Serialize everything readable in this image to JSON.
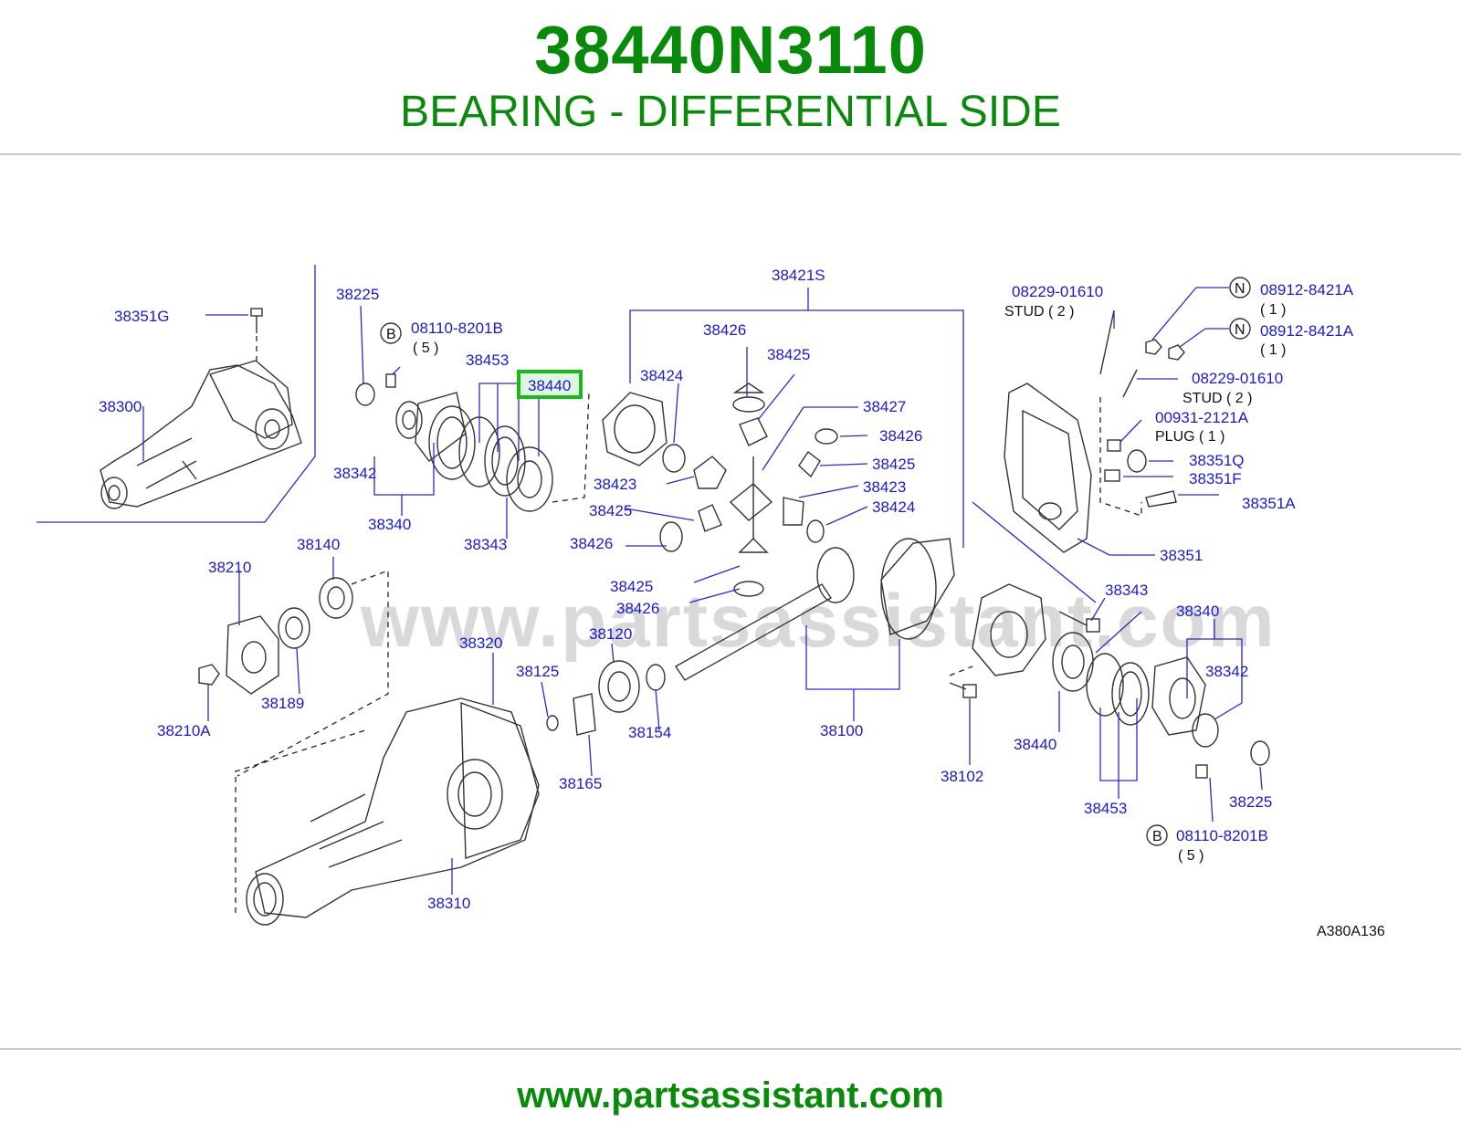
{
  "header": {
    "part_number": "38440N3110",
    "description": "BEARING - DIFFERENTIAL SIDE"
  },
  "watermark": "www.partsassistant.com",
  "diagram_code": "A380A136",
  "footer": {
    "url": "www.partsassistant.com"
  },
  "highlight_part": "38440",
  "labels": {
    "p38351G": "38351G",
    "p38300": "38300",
    "p38225a": "38225",
    "p08110a": "08110-8201B",
    "qty5a": "( 5 )",
    "p38453a": "38453",
    "p38440a": "38440",
    "p38342a": "38342",
    "p38340a": "38340",
    "p38343a": "38343",
    "p38421S": "38421S",
    "p38426a": "38426",
    "p38425a": "38425",
    "p38424a": "38424",
    "p38427": "38427",
    "p38426b": "38426",
    "p38425b": "38425",
    "p38423a": "38423",
    "p38423b": "38423",
    "p38424b": "38424",
    "p38425c": "38425",
    "p38426c": "38426",
    "p38425d": "38425",
    "p38426d": "38426",
    "p08229a": "08229-01610",
    "stud2a": "STUD ( 2 )",
    "p08912a": "08912-8421A",
    "qty1a": "( 1 )",
    "p08912b": "08912-8421A",
    "qty1b": "( 1 )",
    "p08229b": "08229-01610",
    "stud2b": "STUD ( 2 )",
    "p00931": "00931-2121A",
    "plug1": "PLUG ( 1 )",
    "p38351Q": "38351Q",
    "p38351F": "38351F",
    "p38351A": "38351A",
    "p38351": "38351",
    "p38140": "38140",
    "p38210": "38210",
    "p38189": "38189",
    "p38210A": "38210A",
    "p38320": "38320",
    "p38120": "38120",
    "p38125": "38125",
    "p38154": "38154",
    "p38165": "38165",
    "p38310": "38310",
    "p38100": "38100",
    "p38102": "38102",
    "p38343b": "38343",
    "p38340b": "38340",
    "p38342b": "38342",
    "p38440b": "38440",
    "p38453b": "38453",
    "p38225b": "38225",
    "p08110b": "08110-8201B",
    "qty5b": "( 5 )",
    "circle_B": "B",
    "circle_N": "N"
  }
}
